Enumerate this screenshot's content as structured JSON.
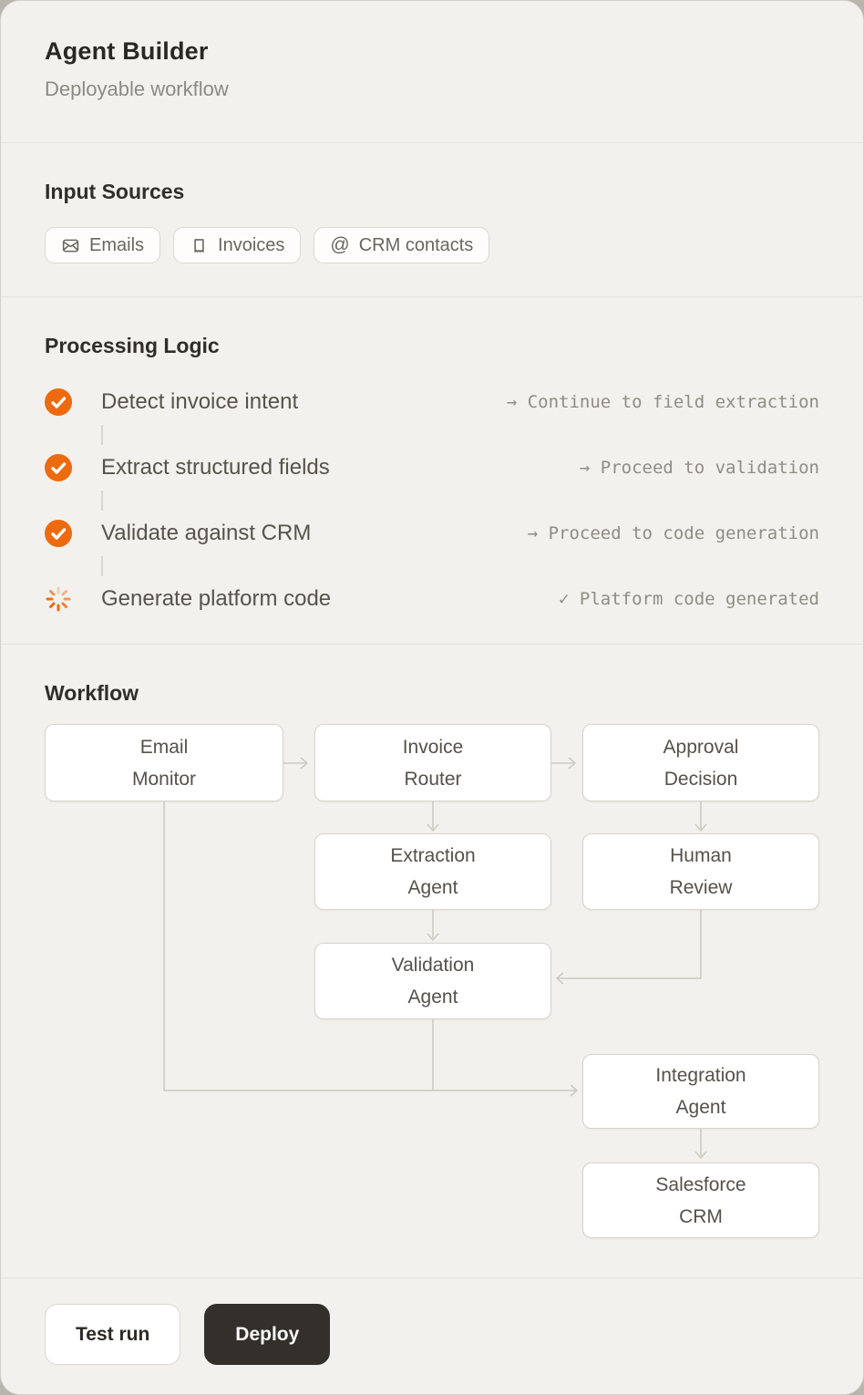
{
  "header": {
    "title": "Agent Builder",
    "subtitle": "Deployable workflow"
  },
  "input_sources": {
    "heading": "Input Sources",
    "chips": [
      {
        "icon": "envelope-icon",
        "label": "Emails"
      },
      {
        "icon": "receipt-icon",
        "label": "Invoices"
      },
      {
        "icon": "at-sign-icon",
        "label": "CRM contacts",
        "icon_glyph": "@"
      }
    ]
  },
  "processing_logic": {
    "heading": "Processing Logic",
    "steps": [
      {
        "label": "Detect invoice intent",
        "status": "done",
        "note": "→ Continue to field extraction"
      },
      {
        "label": "Extract structured fields",
        "status": "done",
        "note": "→ Proceed to validation"
      },
      {
        "label": "Validate against CRM",
        "status": "done",
        "note": "→ Proceed to code generation"
      },
      {
        "label": "Generate platform code",
        "status": "in-progress",
        "note": "✓ Platform code generated"
      }
    ]
  },
  "workflow": {
    "heading": "Workflow",
    "nodes": [
      {
        "id": "email-monitor",
        "line1": "Email",
        "line2": "Monitor"
      },
      {
        "id": "invoice-router",
        "line1": "Invoice",
        "line2": "Router"
      },
      {
        "id": "approval-decision",
        "line1": "Approval",
        "line2": "Decision"
      },
      {
        "id": "extraction-agent",
        "line1": "Extraction",
        "line2": "Agent"
      },
      {
        "id": "human-review",
        "line1": "Human",
        "line2": "Review"
      },
      {
        "id": "validation-agent",
        "line1": "Validation",
        "line2": "Agent"
      },
      {
        "id": "integration-agent",
        "line1": "Integration",
        "line2": "Agent"
      },
      {
        "id": "salesforce-crm",
        "line1": "Salesforce",
        "line2": "CRM"
      }
    ],
    "edges": [
      "email-monitor → invoice-router",
      "invoice-router → approval-decision",
      "invoice-router → extraction-agent",
      "approval-decision → human-review",
      "extraction-agent → validation-agent",
      "human-review → validation-agent",
      "email-monitor → integration-agent",
      "validation-agent → integration-agent",
      "integration-agent → salesforce-crm"
    ]
  },
  "footer": {
    "test_run_label": "Test run",
    "deploy_label": "Deploy"
  },
  "colors": {
    "accent_orange": "#ee6a0f",
    "card_background": "#f2f1ed",
    "node_border": "#d6d3cc",
    "connector": "#ccc9c2",
    "primary_button": "#33302b"
  }
}
